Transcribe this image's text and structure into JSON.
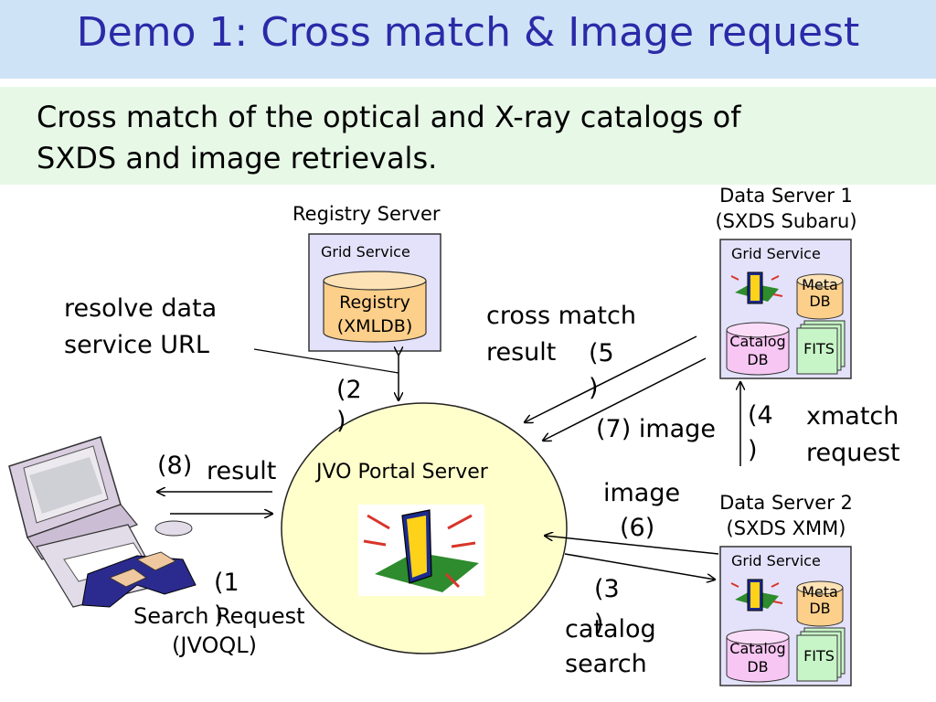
{
  "title": "Demo 1: Cross match & Image request",
  "subtitle_lines": [
    "Cross match of the optical and X-ray catalogs of",
    "SXDS and image retrievals."
  ],
  "registry": {
    "heading": "Registry Server",
    "grid_service": "Grid Service",
    "db_line1": "Registry",
    "db_line2": "(XMLDB)"
  },
  "ds1": {
    "line1": "Data Server 1",
    "line2": "(SXDS Subaru)",
    "grid_service": "Grid Service",
    "meta_line1": "Meta",
    "meta_line2": "DB",
    "catalog_line1": "Catalog",
    "catalog_line2": "DB",
    "fits": "FITS"
  },
  "ds2": {
    "line1": "Data Server 2",
    "line2": "(SXDS XMM)",
    "grid_service": "Grid Service",
    "meta_line1": "Meta",
    "meta_line2": "DB",
    "catalog_line1": "Catalog",
    "catalog_line2": "DB",
    "fits": "FITS"
  },
  "portal": {
    "label": "JVO Portal Server"
  },
  "steps": {
    "resolve_line1": "resolve data",
    "resolve_line2": "service URL",
    "s2_a": "(2",
    "s2_b": ")",
    "crossmatch_line1": "cross match",
    "crossmatch_line2": "result",
    "s5_a": "(5",
    "s5_b": ")",
    "s7": "(7) image",
    "s4_a": "(4",
    "s4_b": ")",
    "xmatch_line1": "xmatch",
    "xmatch_line2": "request",
    "s8": "(8)",
    "result": "result",
    "image": "image",
    "s6": "(6)",
    "s1_a": "(1",
    "s1_b": ")",
    "search_request": "Search Request",
    "jvoql": "(JVOQL)",
    "s3_a": "(3",
    "s3_b": ")",
    "catalog": "catalog",
    "search": "search"
  }
}
